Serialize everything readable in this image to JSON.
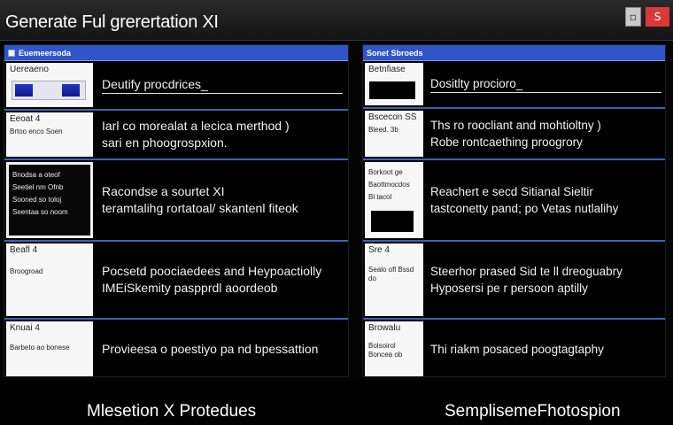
{
  "window": {
    "title": "Generate Ful grerertation XI",
    "minimize_label": "▫",
    "close_label": "S"
  },
  "left_panel": {
    "header": "Euemeersoda",
    "rows": [
      {
        "thumb_title": "Uereaeno",
        "desc_lines": [
          "Deutify procdrices_"
        ],
        "underline": true
      },
      {
        "thumb_title": "Eeoat 4",
        "thumb_sub": "Brtoo enco  Soen",
        "desc_lines": [
          "Iarl co morealat a lecica merthod )",
          "sari en phoogrospxion."
        ]
      },
      {
        "thumb_lines": [
          "Bnodsa a oteof",
          "Seetiel nm Ofnb",
          "Sooned so toloj",
          "Seentaa  so noom"
        ],
        "desc_lines": [
          "Racondse a sourtet XI",
          "teramtalihg rortatoal/ skantenl fiteok"
        ]
      },
      {
        "thumb_title": "Beafl 4",
        "thumb_sub": "Broogroad",
        "desc_lines": [
          "Pocsetd poociaedees and Heypoactiolly",
          "IMEiSkemity paspprdl aoordeob"
        ]
      },
      {
        "thumb_title": "Knuai 4",
        "thumb_sub": "Barbeto ao bonese",
        "desc_lines": [
          "Provieesa o poestiyo pa nd bpessattion"
        ]
      }
    ]
  },
  "right_panel": {
    "header": "Sonet  Sbroeds",
    "rows": [
      {
        "thumb_title": "Betnfiase",
        "desc_lines": [
          "Dositlty procioro_"
        ],
        "underline": true
      },
      {
        "thumb_title": "Bscecon  SS",
        "thumb_sub": "Bleed. 3b",
        "desc_lines": [
          "Ths ro roocliant and mohtioltny )",
          "Robe rontcaething proogrory"
        ]
      },
      {
        "thumb_lines": [
          "Borkoot ge",
          "Baottmocdos",
          "Bl tacol"
        ],
        "desc_lines": [
          "Reachert e secd Sitianal Sieltir",
          "tastconetty pand; po Vetas nutlalihy"
        ]
      },
      {
        "thumb_title": "Sre 4",
        "thumb_sub": "Sealo ofl  Bssd do",
        "desc_lines": [
          "Steerhor prased Sid te ll dreoguabry",
          "Hyposersi pe r persoon aptilly"
        ]
      },
      {
        "thumb_title": "Browalu",
        "thumb_sub": "Bolsoirol  Boncea ob",
        "desc_lines": [
          "Thi riakm posaced poogtagtaphy"
        ]
      }
    ]
  },
  "captions": {
    "left": "Mlesetion X Protedues",
    "right": "SemplisemeFhotospion"
  }
}
